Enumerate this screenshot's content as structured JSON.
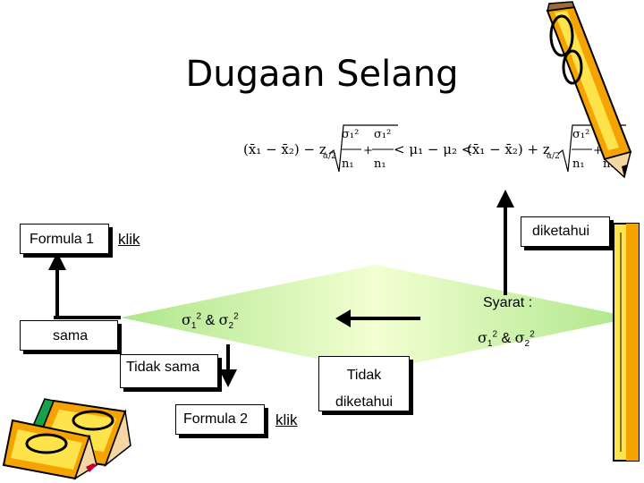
{
  "title": "Dugaan Selang",
  "formula": {
    "lhs": "(x̄₁ − x̄₂) − z",
    "middle": "< μ₁ − μ₂ <",
    "rhs": "(x̄₁ − x̄₂) + z",
    "z_sub": "α/2",
    "sigma1": "σ₁²",
    "sigma2": "σ₁²",
    "n1": "n₁",
    "n2": "n₁"
  },
  "boxes": {
    "formula1": "Formula 1",
    "diketahui": "diketahui",
    "sama": "sama",
    "tidak_sama": "Tidak sama",
    "tidak_diketahui_1": "Tidak",
    "tidak_diketahui_2": "diketahui",
    "formula2": "Formula 2"
  },
  "links": {
    "klik1": "klik",
    "klik2": "klik"
  },
  "conditions": {
    "syarat": "Syarat :",
    "sigma_a": "σ",
    "sigma_sep": " & ",
    "sigma_b": "σ"
  },
  "colors": {
    "diamond_fill_light": "#f2ffd2",
    "diamond_fill_dark": "#aee68a",
    "pencil_orange": "#f4a300",
    "pencil_yellow": "#ffe34a"
  }
}
